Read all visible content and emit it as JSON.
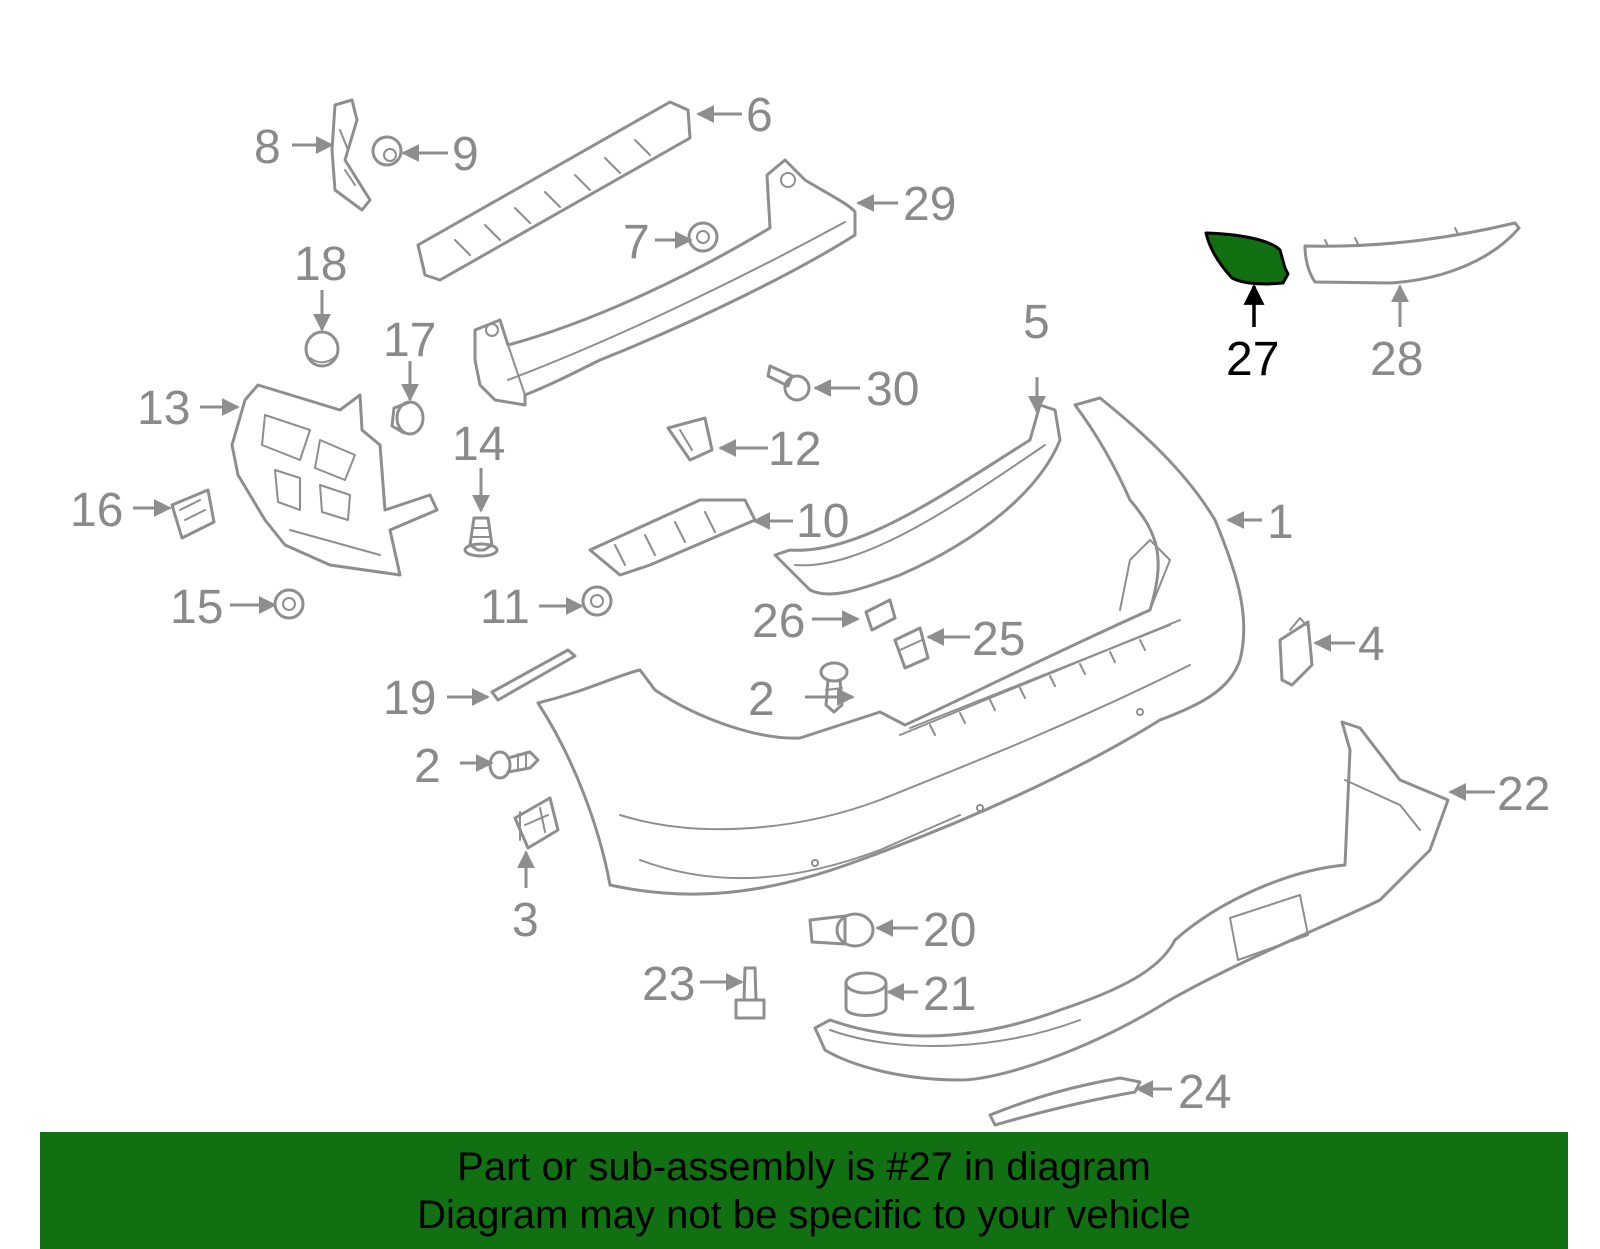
{
  "diagram": {
    "highlight_part": "27",
    "highlight_color": "#117011",
    "line_color": "#8e8e8e",
    "callouts": {
      "c1": "1",
      "c2a": "2",
      "c2b": "2",
      "c3": "3",
      "c4": "4",
      "c5": "5",
      "c6": "6",
      "c7": "7",
      "c8": "8",
      "c9": "9",
      "c10": "10",
      "c11": "11",
      "c12": "12",
      "c13": "13",
      "c14": "14",
      "c15": "15",
      "c16": "16",
      "c17": "17",
      "c18": "18",
      "c19": "19",
      "c20": "20",
      "c21": "21",
      "c22": "22",
      "c23": "23",
      "c24": "24",
      "c25": "25",
      "c26": "26",
      "c27": "27",
      "c28": "28",
      "c29": "29",
      "c30": "30"
    }
  },
  "banner": {
    "background": "#117011",
    "line1": "Part or sub-assembly is #27 in diagram",
    "line2": "Diagram may not be specific to your vehicle"
  }
}
